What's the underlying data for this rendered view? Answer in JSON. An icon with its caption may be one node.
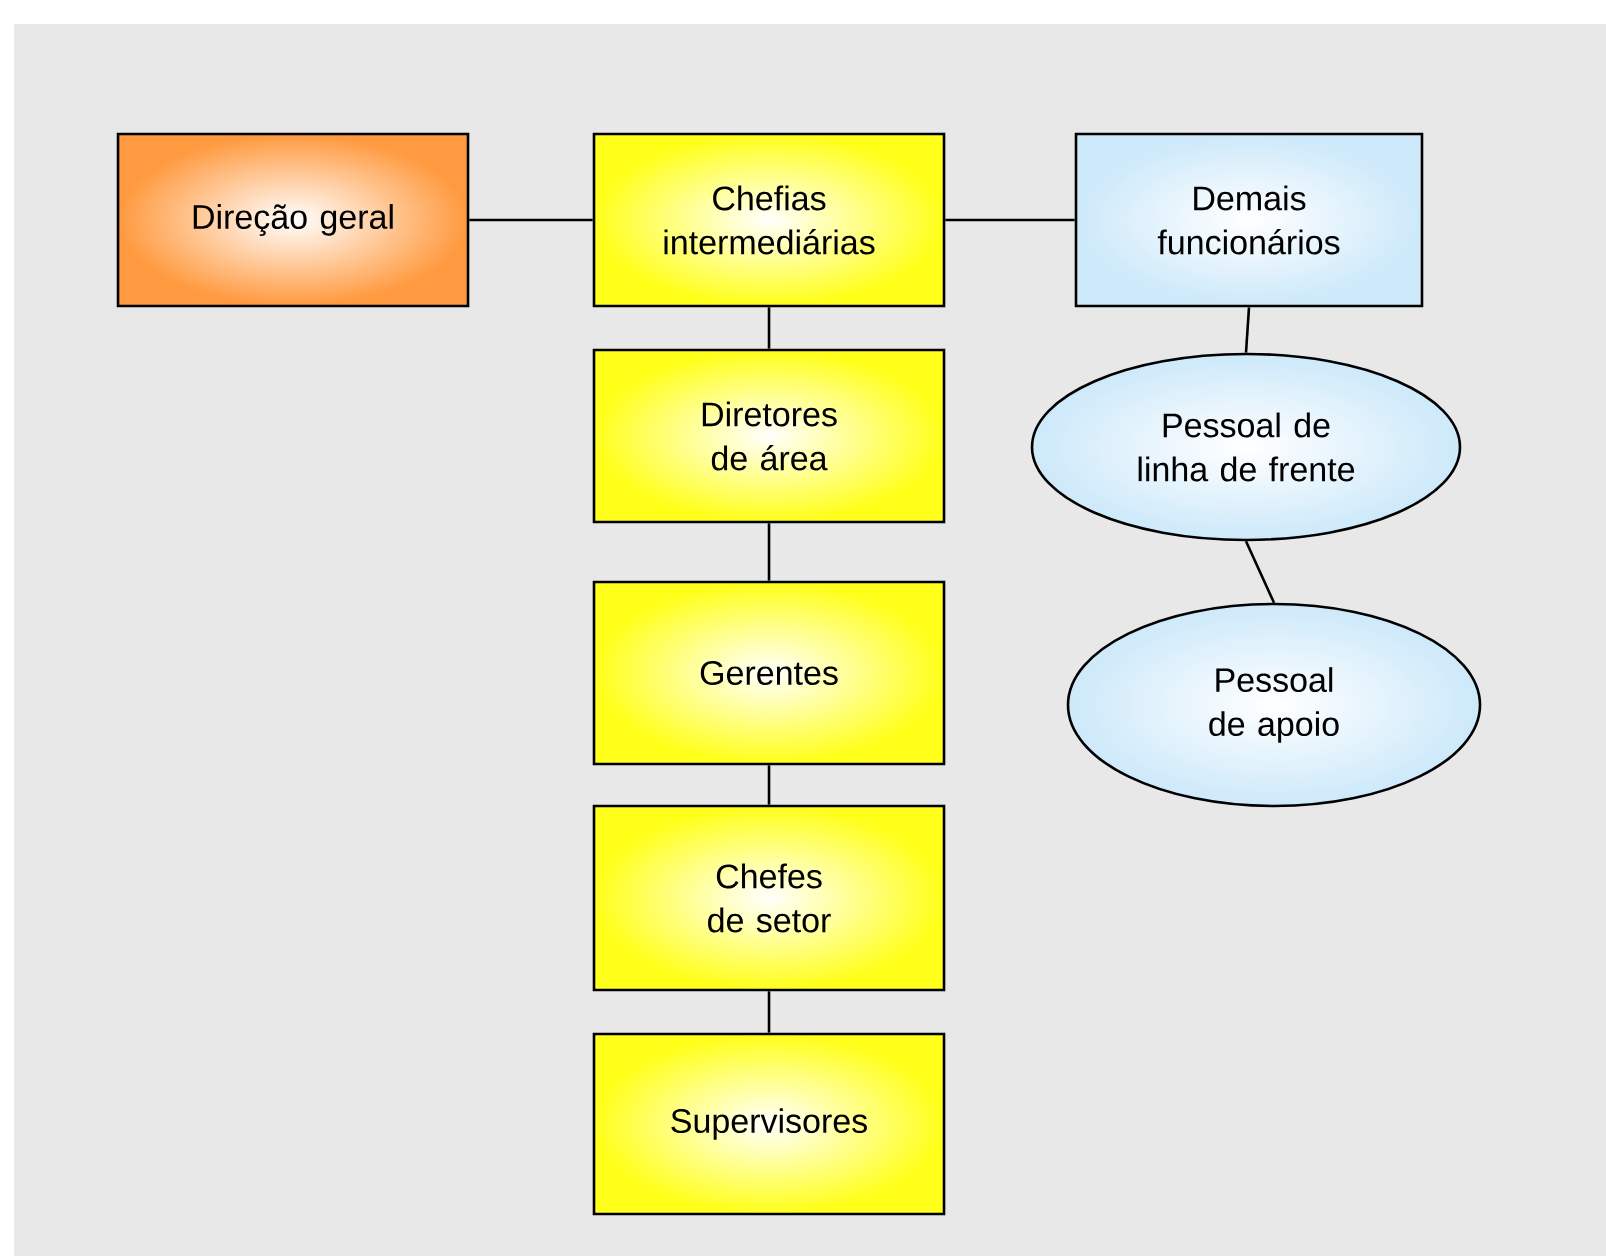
{
  "diagram": {
    "nodes": [
      {
        "text": [
          "Direção geral"
        ]
      },
      {
        "text": [
          "Chefias intermediárias"
        ]
      },
      {
        "text": [
          "Demais funcionários"
        ]
      },
      {
        "text": [
          "Diretores de área"
        ]
      },
      {
        "text": [
          "Gerentes"
        ]
      },
      {
        "text": [
          "Chefes de setor"
        ]
      },
      {
        "text": [
          "Supervisores"
        ]
      },
      {
        "text": [
          "Pessoal de linha de frente"
        ]
      },
      {
        "text": [
          "Pessoal de apoio"
        ]
      }
    ],
    "edges": [
      {
        "from": 0,
        "to": 1,
        "arrow": "none"
      },
      {
        "from": 1,
        "to": 2,
        "arrow": "none"
      },
      {
        "from": 1,
        "to": 3,
        "arrow": "none"
      },
      {
        "from": 3,
        "to": 4,
        "arrow": "none"
      },
      {
        "from": 4,
        "to": 5,
        "arrow": "none"
      },
      {
        "from": 5,
        "to": 6,
        "arrow": "none"
      },
      {
        "from": 2,
        "to": 7,
        "arrow": "none"
      },
      {
        "from": 7,
        "to": 8,
        "arrow": "none"
      }
    ]
  }
}
